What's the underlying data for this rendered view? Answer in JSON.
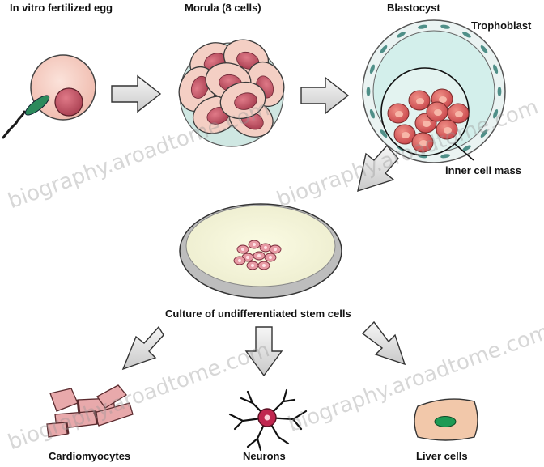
{
  "labels": {
    "egg": "In vitro fertilized egg",
    "morula": "Morula (8 cells)",
    "blastocyst": "Blastocyst",
    "trophoblast": "Trophoblast",
    "inner_cell_mass": "inner cell mass",
    "culture": "Culture of undifferentiated stem cells",
    "cardiomyocytes": "Cardiomyocytes",
    "neurons": "Neurons",
    "liver": "Liver cells"
  },
  "watermark": {
    "text": "biography.aroadtome.com"
  },
  "colors": {
    "cell_fill": "#f4cfc4",
    "nucleus": "#c95565",
    "blastocoel": "#d3efeb",
    "trophoblast_cell": "#4f8f88",
    "dish": "#c8c8c8",
    "arrow": "#e4e4e4",
    "cardio": "#e8a9ab",
    "neuron_body": "#c0264f",
    "liver_fill": "#f2c8aa",
    "liver_nucleus": "#1d9a54"
  }
}
